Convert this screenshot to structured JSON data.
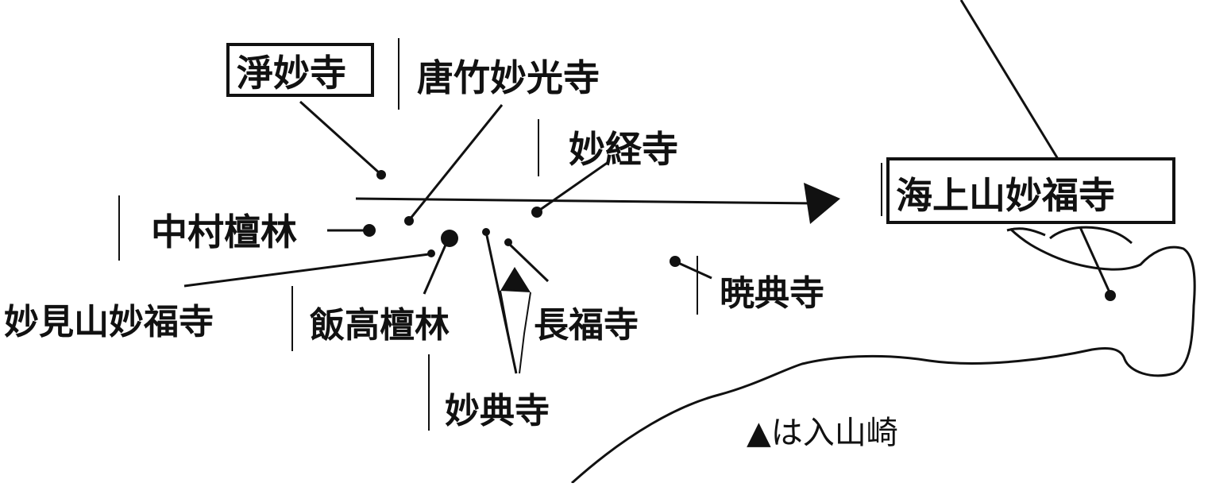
{
  "map": {
    "places": [
      {
        "key": "jomyoji",
        "label": "淨妙寺",
        "boxed": true
      },
      {
        "key": "karatake",
        "label": "唐竹妙光寺"
      },
      {
        "key": "myokyoji",
        "label": "妙経寺"
      },
      {
        "key": "nakamura",
        "label": "中村檀林"
      },
      {
        "key": "kaijozan",
        "label": "海上山妙福寺",
        "boxed": true
      },
      {
        "key": "myokenzan",
        "label": "妙見山妙福寺"
      },
      {
        "key": "iitaka",
        "label": "飯高檀林"
      },
      {
        "key": "chofukuji",
        "label": "長福寺"
      },
      {
        "key": "gyotenji",
        "label": "暁典寺"
      },
      {
        "key": "myotenji",
        "label": "妙典寺"
      }
    ],
    "cape": {
      "label": "▲は入山崎"
    },
    "colors": {
      "ink": "#111111",
      "paper": "#ffffff"
    }
  }
}
